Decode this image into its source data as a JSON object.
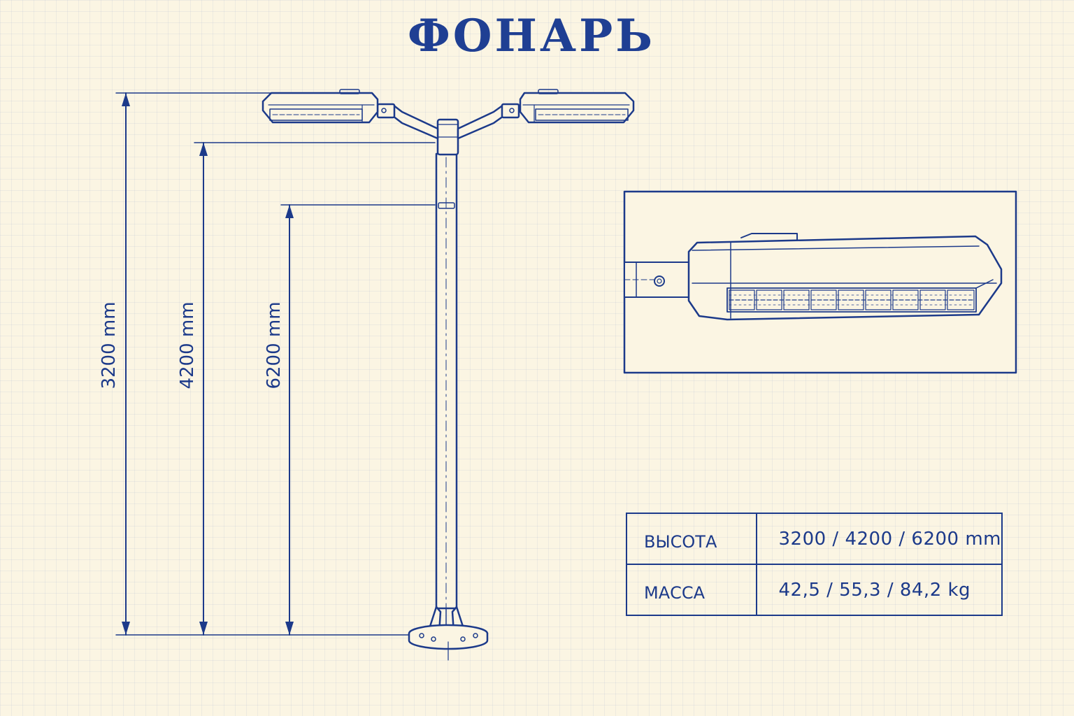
{
  "title": "ФОНАРЬ",
  "dimensions": [
    {
      "label": "3200 mm"
    },
    {
      "label": "4200 mm"
    },
    {
      "label": "6200 mm"
    }
  ],
  "specs": [
    {
      "key": "ВЫСОТА",
      "value": "3200 / 4200 / 6200 mm"
    },
    {
      "key": "МАССА",
      "value": "42,5 / 55,3 / 84,2 kg"
    }
  ],
  "colors": {
    "ink": "#1c3a8a",
    "paper": "#fbf5e3"
  },
  "icons": [
    "street-lamp-drawing",
    "luminaire-detail"
  ]
}
